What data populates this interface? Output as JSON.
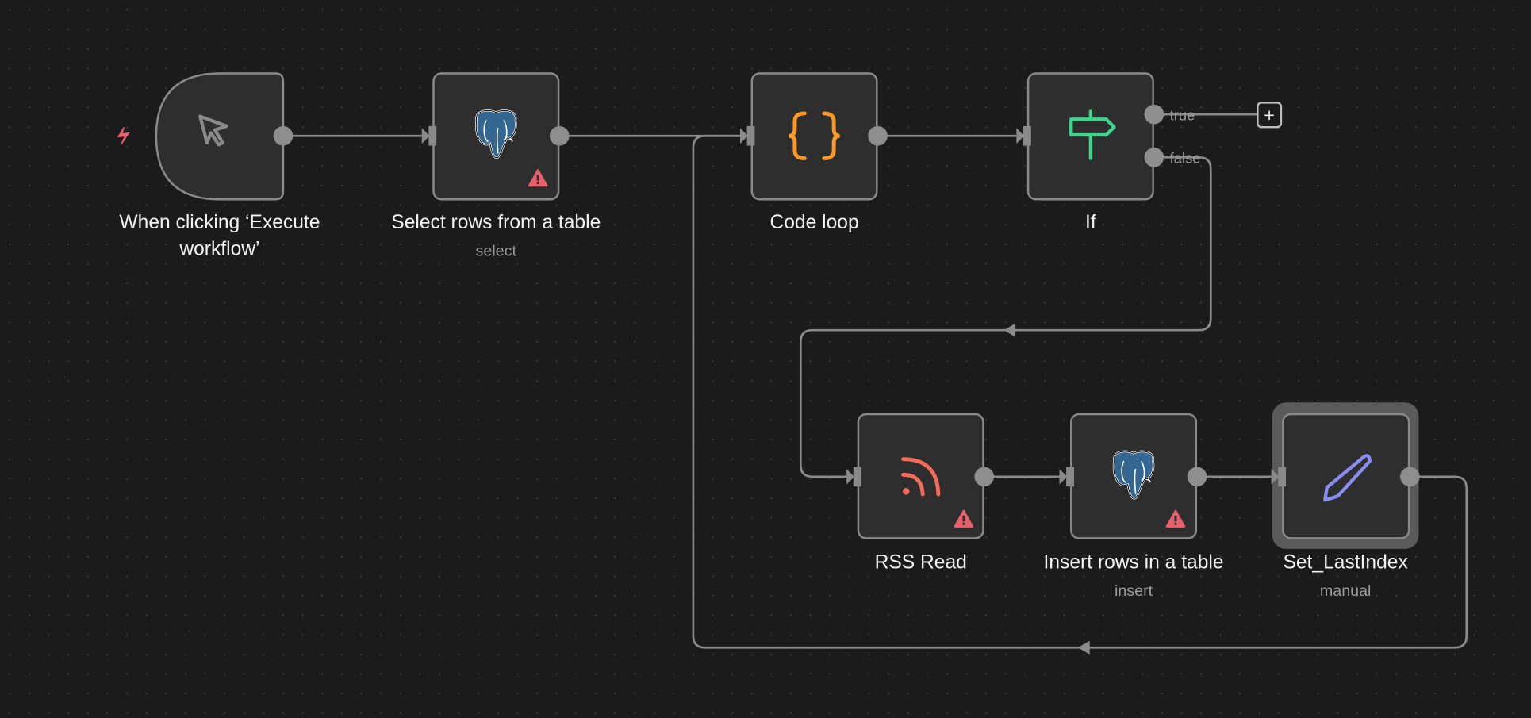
{
  "canvas": {
    "background": "#1b1b1b",
    "accent_error": "#e8606b"
  },
  "nodes": {
    "trigger": {
      "title_line1": "When clicking ‘Execute",
      "title_line2": "workflow’",
      "icon": "cursor-icon"
    },
    "select_rows": {
      "title": "Select rows from a table",
      "subtitle": "select",
      "icon": "postgres-icon",
      "warning": true
    },
    "code_loop": {
      "title": "Code loop",
      "icon": "code-braces-icon"
    },
    "if": {
      "title": "If",
      "icon": "signpost-icon",
      "outputs": [
        "true",
        "false"
      ]
    },
    "rss_read": {
      "title": "RSS Read",
      "icon": "rss-icon",
      "warning": true
    },
    "insert_rows": {
      "title": "Insert rows in a table",
      "subtitle": "insert",
      "icon": "postgres-icon",
      "warning": true
    },
    "set_last_index": {
      "title": "Set_LastIndex",
      "subtitle": "manual",
      "icon": "pencil-icon",
      "selected": true
    }
  },
  "add_button": {
    "label": "+"
  }
}
